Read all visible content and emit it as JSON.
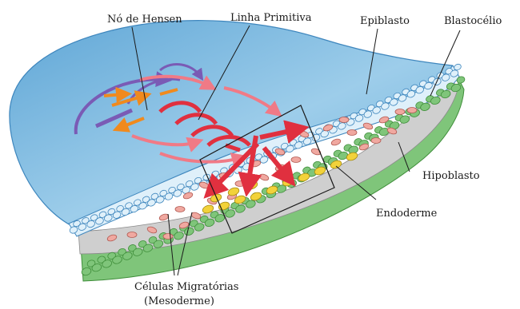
{
  "labels": {
    "hensen_node": "Nó de Hensen",
    "primitive_streak": "Linha Primitiva",
    "epiblast": "Epiblasto",
    "blastocoel": "Blastocélio",
    "hypoblast": "Hipoblasto",
    "endoderm": "Endoderme",
    "migratory_cells_line1": "Células Migratórias",
    "migratory_cells_line2": "(Mesoderme)"
  },
  "colors": {
    "embryo_surface": "#8fc3e6",
    "epiblast_cells": "#dff0fa",
    "hypoblast_cells": "#7fc57a",
    "blastocoel": "#c9c9c9",
    "mesoderm_cells": "#f0a8a0",
    "endoderm_cells": "#f2d23a",
    "arrows_red": "#e0303f",
    "arrows_pink": "#f07a86",
    "arrows_purple": "#7a5bb5",
    "arrows_orange": "#f08a1e"
  }
}
